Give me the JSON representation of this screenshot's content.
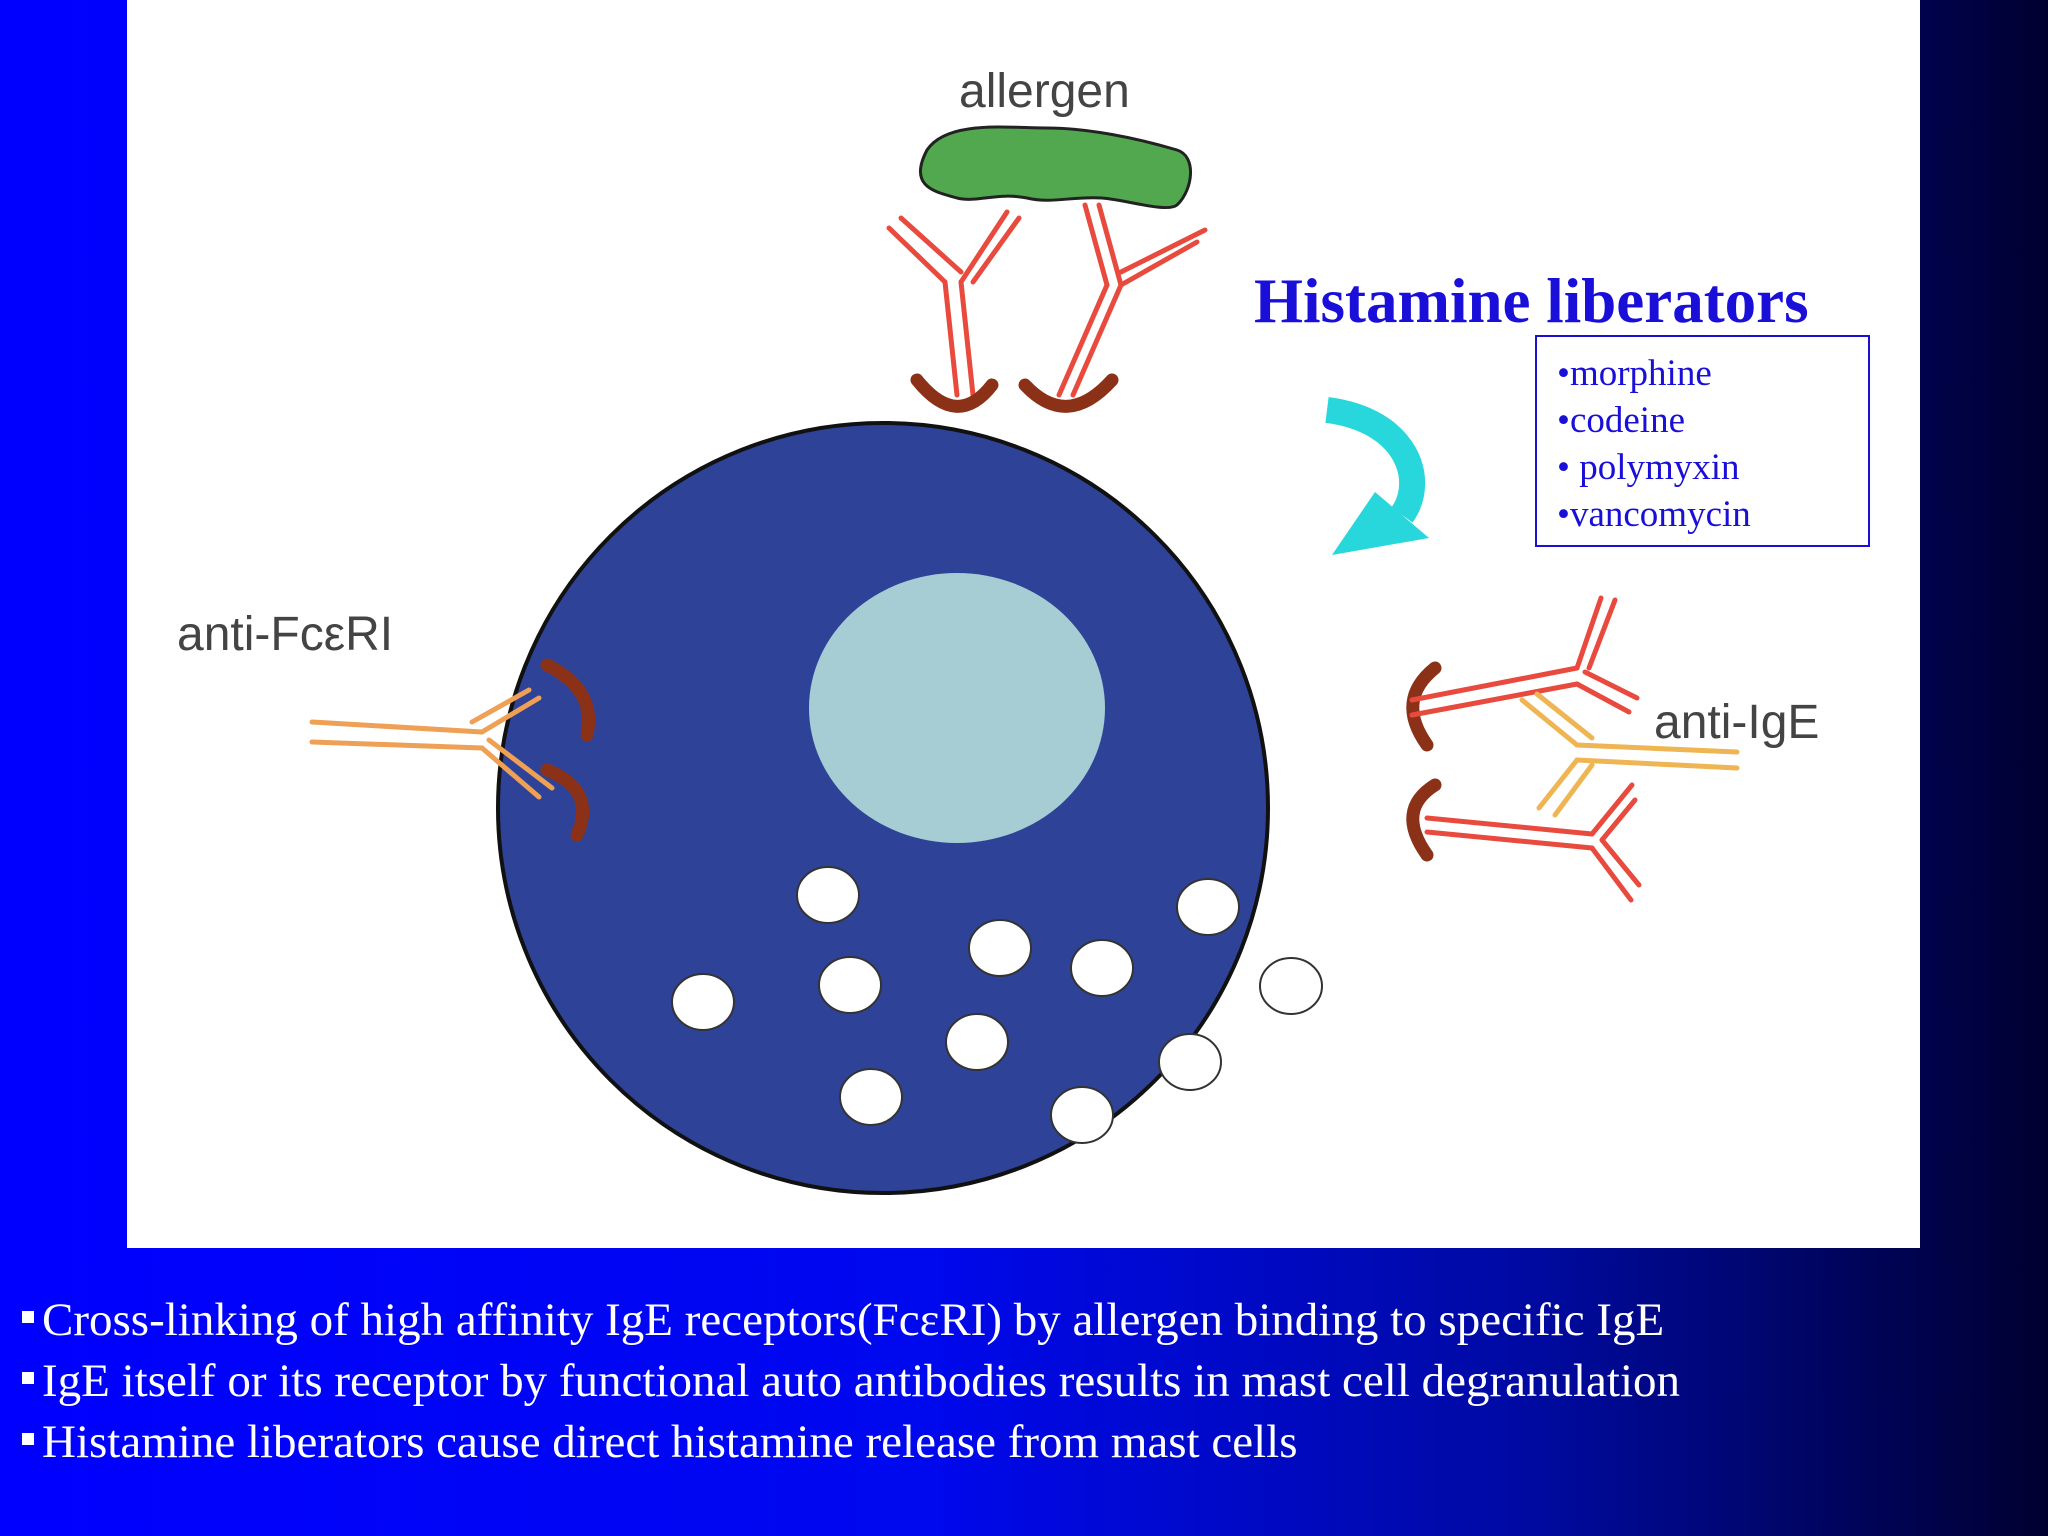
{
  "diagram": {
    "labels": {
      "allergen": "allergen",
      "anti_fceri": "anti-FcεRI",
      "anti_ige": "anti-IgE"
    },
    "histamine_liberators": {
      "title": "Histamine liberators",
      "items": [
        "•morphine",
        "•codeine",
        "• polymyxin",
        "•vancomycin"
      ]
    }
  },
  "bullets": [
    "Cross-linking of high affinity IgE receptors(FcεRI) by allergen binding to specific IgE",
    "IgE itself or its receptor by functional auto antibodies results in mast cell degranulation",
    "Histamine liberators cause direct histamine release from mast cells"
  ],
  "colors": {
    "cell": "#2e4397",
    "nucleus": "#a6cdd3",
    "allergen": "#52a84e",
    "ige_antibody": "#e84a3e",
    "receptor": "#8b3118",
    "anti_fceri_antibody": "#eea055",
    "arrow": "#27d7db",
    "liberator_text": "#1a0fd8"
  }
}
